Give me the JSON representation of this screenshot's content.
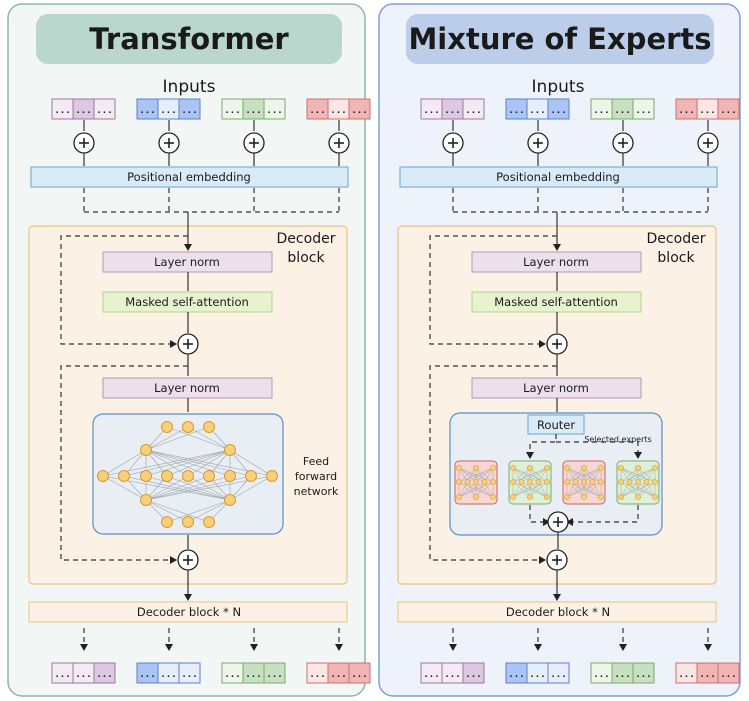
{
  "transformer": {
    "title": "Transformer",
    "inputs_label": "Inputs",
    "positional_embedding": "Positional embedding",
    "decoder_block_label_line1": "Decoder",
    "decoder_block_label_line2": "block",
    "layer_norm_1": "Layer norm",
    "masked_self_attention": "Masked self-attention",
    "layer_norm_2": "Layer norm",
    "ffn_label_line1": "Feed",
    "ffn_label_line2": "forward",
    "ffn_label_line3": "network",
    "decoder_block_n": "Decoder block * N"
  },
  "moe": {
    "title": "Mixture of Experts",
    "inputs_label": "Inputs",
    "positional_embedding": "Positional embedding",
    "decoder_block_label_line1": "Decoder",
    "decoder_block_label_line2": "block",
    "layer_norm_1": "Layer norm",
    "masked_self_attention": "Masked self-attention",
    "layer_norm_2": "Layer norm",
    "router": "Router",
    "selected_experts": "Selected experts",
    "decoder_block_n": "Decoder block * N"
  },
  "token_cell_text": "...",
  "colors": {
    "purple": "#ddc7e2",
    "blue": "#a9c4f5",
    "green": "#c7e0c0",
    "red": "#f2b5b5",
    "panel_left_bg": "#f2f7f5",
    "panel_right_bg": "#eef3fb",
    "decoder_bg": "#fbf1e5",
    "ffn_bg": "#e9eef4",
    "neuron": "#f8d079"
  }
}
